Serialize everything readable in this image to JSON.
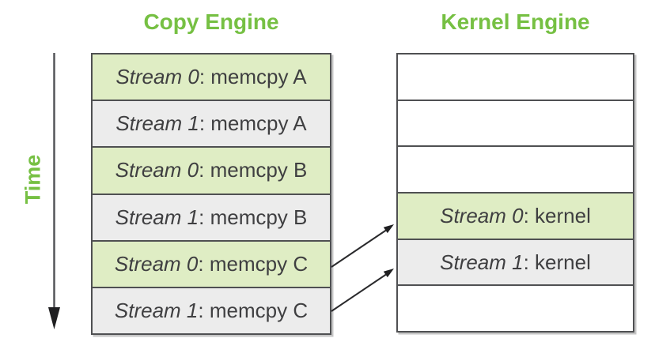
{
  "diagram": {
    "time_axis_label": "Time",
    "columns": [
      {
        "title": "Copy Engine",
        "rows": [
          {
            "stream": "Stream 0",
            "op": ": memcpy A",
            "fill": "green"
          },
          {
            "stream": "Stream 1",
            "op": ": memcpy A",
            "fill": "gray"
          },
          {
            "stream": "Stream 0",
            "op": ": memcpy B",
            "fill": "green"
          },
          {
            "stream": "Stream 1",
            "op": ": memcpy B",
            "fill": "gray"
          },
          {
            "stream": "Stream 0",
            "op": ": memcpy C",
            "fill": "green"
          },
          {
            "stream": "Stream 1",
            "op": ": memcpy C",
            "fill": "gray"
          }
        ]
      },
      {
        "title": "Kernel Engine",
        "rows": [
          {
            "stream": "",
            "op": "",
            "fill": "white"
          },
          {
            "stream": "",
            "op": "",
            "fill": "white"
          },
          {
            "stream": "",
            "op": "",
            "fill": "white"
          },
          {
            "stream": "Stream 0",
            "op": ": kernel",
            "fill": "green"
          },
          {
            "stream": "Stream 1",
            "op": ": kernel",
            "fill": "gray"
          },
          {
            "stream": "",
            "op": "",
            "fill": "white"
          }
        ]
      }
    ],
    "arrows": [
      {
        "from": "Stream 0: memcpy C",
        "to": "Stream 0: kernel"
      },
      {
        "from": "Stream 1: memcpy C",
        "to": "Stream 1: kernel"
      }
    ],
    "colors": {
      "accent_green": "#76c043",
      "row_green": "#dfedc4",
      "row_gray": "#ececec",
      "row_white": "#ffffff",
      "border": "#4f5052",
      "text": "#3f3f41",
      "arrow": "#2a2a2c"
    }
  }
}
